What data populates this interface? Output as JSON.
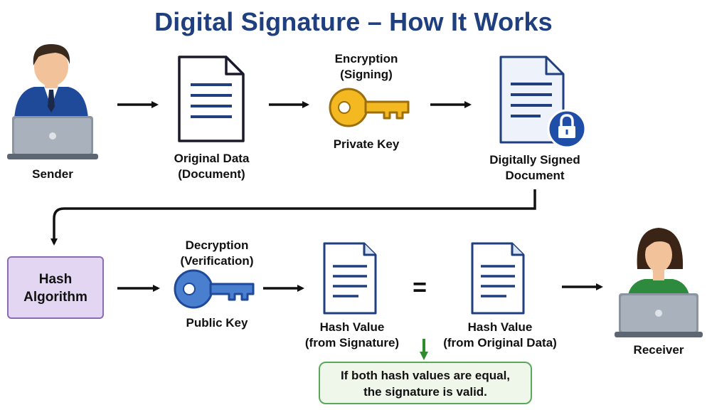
{
  "title": "Digital Signature – How It Works",
  "sender": {
    "label": "Sender"
  },
  "original": {
    "line1": "Original Data",
    "line2": "(Document)"
  },
  "private_key": {
    "top1": "Encryption",
    "top2": "(Signing)",
    "label": "Private Key"
  },
  "signed": {
    "line1": "Digitally Signed",
    "line2": "Document"
  },
  "hash_algo": {
    "line1": "Hash",
    "line2": "Algorithm"
  },
  "public_key": {
    "top1": "Decryption",
    "top2": "(Verification)",
    "label": "Public Key"
  },
  "hash_sig": {
    "line1": "Hash Value",
    "line2": "(from Signature)"
  },
  "equals": "=",
  "hash_orig": {
    "line1": "Hash Value",
    "line2": "(from Original Data)"
  },
  "receiver": {
    "label": "Receiver"
  },
  "note": {
    "line1": "If both hash values are equal,",
    "line2": "the signature is valid."
  },
  "colors": {
    "title": "#1f3f7f",
    "doc_stroke": "#1f3f7f",
    "private_key": "#f4b921",
    "public_key": "#4a7fd0",
    "lock": "#1f4ea8",
    "hash_box": "#e3d6f2",
    "note_border": "#5aa85a"
  }
}
